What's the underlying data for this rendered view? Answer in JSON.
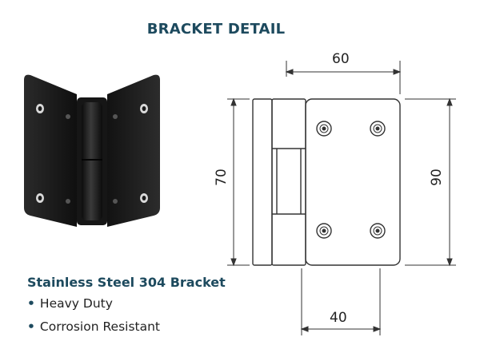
{
  "title": "BRACKET DETAIL",
  "dimensions": {
    "top_width": "60",
    "bottom_width": "40",
    "left_height": "70",
    "right_height": "90"
  },
  "product": {
    "name": "Stainless Steel 304 Bracket",
    "features": [
      {
        "bullet": "•",
        "text": "Heavy Duty"
      },
      {
        "bullet": "•",
        "text": "Corrosion Resistant"
      }
    ]
  },
  "colors": {
    "heading": "#1d4a5e",
    "bracket_finish": "#1b1b1b",
    "line": "#333333"
  }
}
